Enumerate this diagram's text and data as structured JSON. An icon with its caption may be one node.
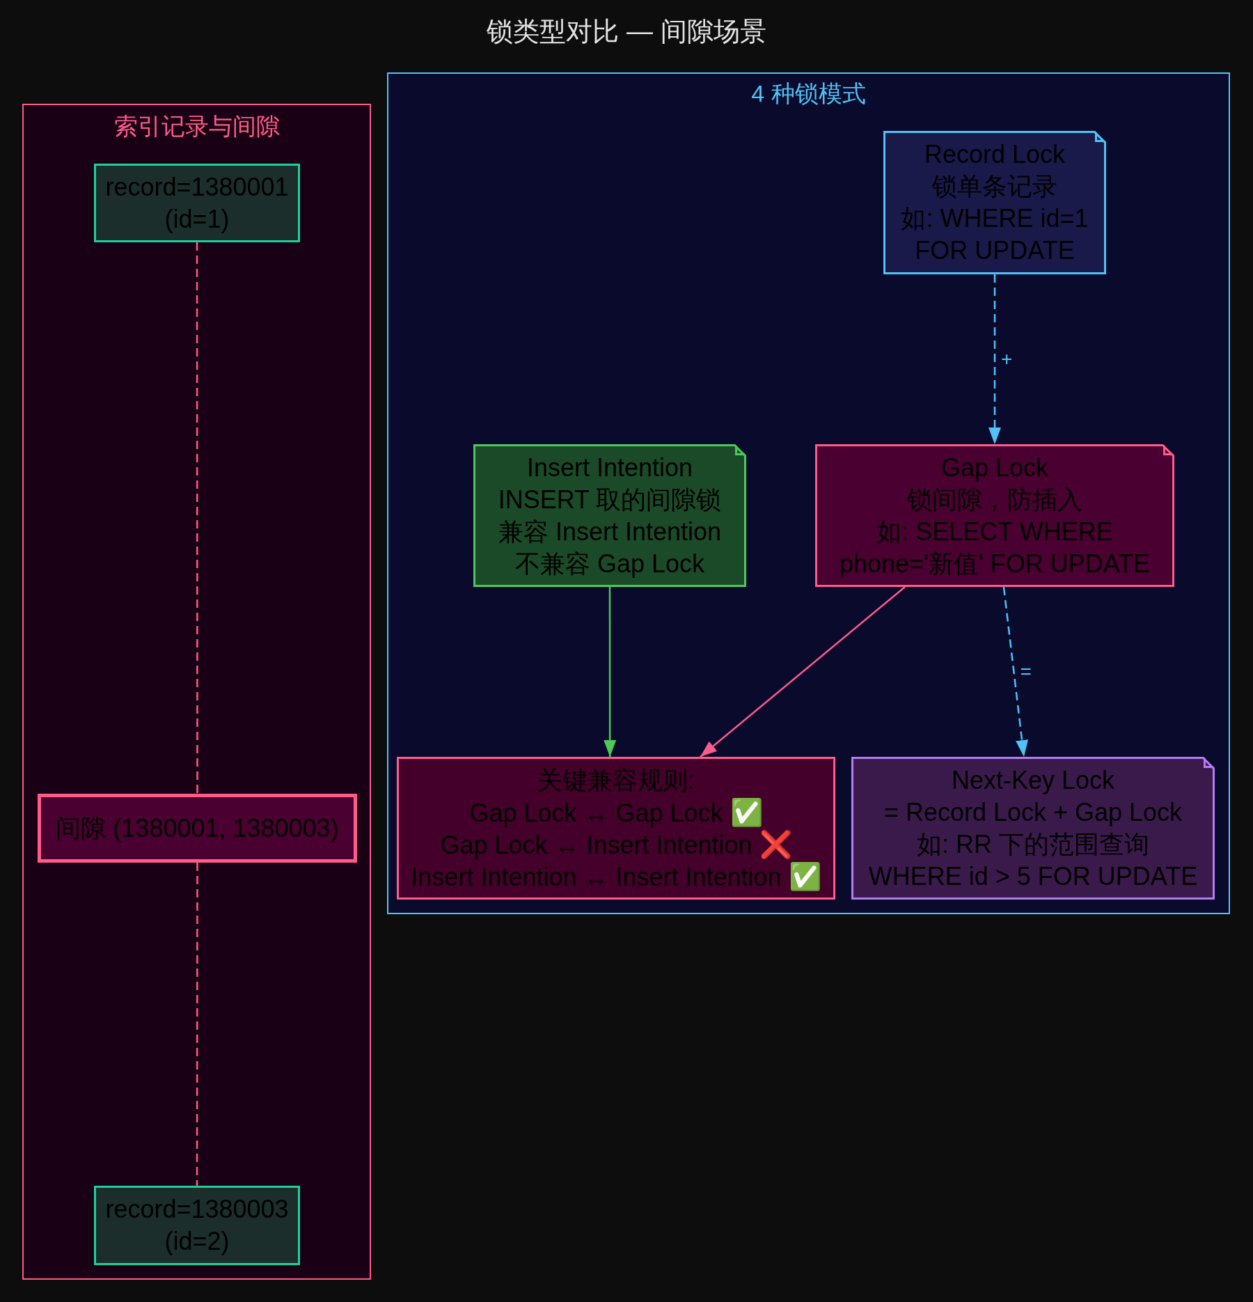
{
  "diagram": {
    "title": "锁类型对比 — 间隙场景",
    "nodes": [
      {
        "text": [
          "索引记录与间隙"
        ]
      },
      {
        "text": [
          "record=1380001",
          "(id=1)"
        ],
        "in": 0
      },
      {
        "text": [
          "间隙 (1380001, 1380003)"
        ],
        "in": 0
      },
      {
        "text": [
          "record=1380003",
          "(id=2)"
        ],
        "in": 0
      },
      {
        "text": [
          "4 种锁模式"
        ]
      },
      {
        "text": [
          "Record Lock",
          "锁单条记录",
          "如: WHERE id=1",
          "FOR UPDATE"
        ],
        "in": 4
      },
      {
        "text": [
          "Insert Intention",
          "INSERT 取的间隙锁",
          "兼容 Insert Intention",
          "不兼容 Gap Lock"
        ],
        "in": 4
      },
      {
        "text": [
          "Gap Lock",
          "锁间隙，防插入",
          "如: SELECT WHERE",
          "phone='新值' FOR UPDATE"
        ],
        "in": 4
      },
      {
        "text": [
          "关键兼容规则:",
          "Gap Lock ↔ Gap Lock ✅",
          "Gap Lock ↔ Insert Intention ❌",
          "Insert Intention ↔ Insert Intention ✅"
        ],
        "in": 4
      },
      {
        "text": [
          "Next-Key Lock",
          "= Record Lock + Gap Lock",
          "如: RR 下的范围查询",
          "WHERE id > 5 FOR UPDATE"
        ],
        "in": 4
      }
    ],
    "edges": [
      {
        "from": 1,
        "to": 2,
        "arrow": "none",
        "style": "dashed",
        "color": "#ff5c8a"
      },
      {
        "from": 2,
        "to": 3,
        "arrow": "none",
        "style": "dashed",
        "color": "#ff5c8a"
      },
      {
        "from": 5,
        "to": 7,
        "arrow": "to",
        "label": "+",
        "style": "dashed",
        "color": "#4fc3f7"
      },
      {
        "from": 6,
        "to": 8,
        "arrow": "to",
        "color": "#4cc95a"
      },
      {
        "from": 7,
        "to": 8,
        "arrow": "to",
        "color": "#ff5c8a"
      },
      {
        "from": 7,
        "to": 9,
        "arrow": "to",
        "label": "=",
        "style": "dashed",
        "color": "#4fc3f7"
      }
    ]
  }
}
